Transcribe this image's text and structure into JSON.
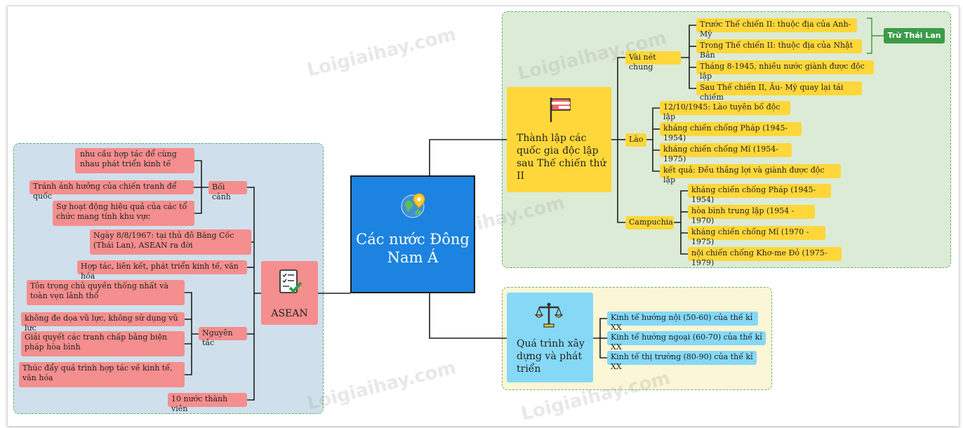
{
  "center": {
    "title": "Các nước Đông Nam Á"
  },
  "top_branch": {
    "title": "Thành lập các quốc gia độc lập sau Thế chiến thứ II",
    "general": {
      "label": "Vài nét chung",
      "items": [
        "Trước Thế chiến II: thuộc địa của Anh-Mỹ",
        "Trong Thế chiến II: thuộc địa của Nhật Bản",
        "Tháng 8-1945, nhiều nước giành được độc lập",
        "Sau Thế chiến II, Âu- Mỹ quay lại tái chiếm"
      ],
      "note": "Trừ Thái Lan"
    },
    "laos": {
      "label": "Lào",
      "items": [
        "12/10/1945: Lào tuyên bố độc lập",
        "kháng chiến chống Pháp (1945-1954)",
        "kháng chiến chống Mĩ (1954-1975)",
        "kết quả: Đều thắng lợi và giành được độc lập"
      ]
    },
    "cambodia": {
      "label": "Campuchia",
      "items": [
        "kháng chiến chống Pháp (1945-1954)",
        "hòa bình trung lập (1954 - 1970)",
        "kháng chiến chống Mĩ (1970 - 1975)",
        "nội chiến chống Khơ-me Đỏ (1975-1979)"
      ]
    }
  },
  "bottom_branch": {
    "title": "Quá trình xây dựng và phát triển",
    "items": [
      "Kinh tế hướng nội (50-60) của thế kỉ XX",
      "Kinh tế hướng ngoại (60-70) của thế kỉ XX",
      "Kinh tế thị trường (80-90) của thế kỉ XX"
    ]
  },
  "left_branch": {
    "title": "ASEAN",
    "context": {
      "label": "Bối cảnh",
      "items": [
        "nhu cầu hợp tác để cùng nhau phát triển kinh tế",
        "Tránh ảnh hưởng của chiến tranh để quốc",
        "Sự hoạt động hiệu quả của các tổ chức mang tính khu vực"
      ]
    },
    "founding": "Ngày 8/8/1967: tại thủ đô Băng Cốc (Thái Lan), ASEAN ra đời",
    "goal": "Hợp tác, liên kết, phát triển kinh tế, văn hóa",
    "principles": {
      "label": "Nguyên tắc",
      "items": [
        "Tôn trọng chủ quyền thống nhất và toàn vẹn lãnh thổ",
        "không đe dọa vũ lực, không sử dụng vũ lực",
        "Giải quyết các tranh chấp bằng biện pháp hòa bình",
        "Thúc đẩy quá trình hợp tác về kinh tế, văn hóa"
      ]
    },
    "members": "10 nước thành viên"
  },
  "watermark": "Loigiaihay.com",
  "colors": {
    "center": "#1c83e0",
    "asean": "#f58e8e",
    "independence": "#ffd73a",
    "development": "#86d9f6",
    "region_green": "#dcebd6",
    "region_blue": "#cfe0ec",
    "region_yellow": "#fbf6d5",
    "tag": "#3d9b48"
  },
  "icons": {
    "center": "globe-location-icon",
    "top": "flag-icon",
    "bottom": "balance-scale-icon",
    "left": "checklist-icon"
  }
}
